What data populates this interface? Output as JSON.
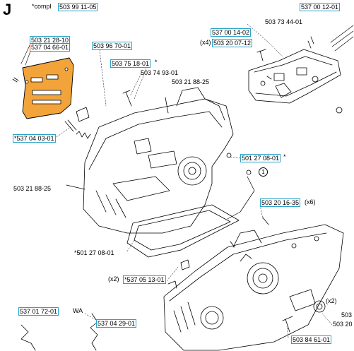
{
  "section_letter": "J",
  "labels": {
    "complete": "*compl",
    "l_503991105": "503 99 11-05",
    "l_537001201": "537 00 12-01",
    "l_503212810": "503 21 28-10",
    "l_537046601": "537 04 66-01",
    "l_503967001": "503 96 70-01",
    "l_537001402": "537 00 14-02",
    "l_503734401": "503 73 44-01",
    "x4": "(x4)",
    "l_503200712": "503 20 07-12",
    "l_503751801": "503 75 18-01",
    "star1": "*",
    "l_503749301": "503 74 93-01",
    "l_503218825a": "503 21 88-25",
    "l_537040301": "*537 04 03-01",
    "l_501270801a": "501 27 08-01",
    "star2": "*",
    "circled_1": "1",
    "l_503218825b": "503 21 88-25",
    "l_503201635": "503 20 16-35",
    "x6": "(x6)",
    "l_501270801b": "*501 27 08-01",
    "x2a": "(x2)",
    "l_537051301": "*537 05 13-01",
    "l_537017201": "537 01 72-01",
    "wa": "WA",
    "l_537042901": "537 04 29-01",
    "x2b": "(x2)",
    "l_503846101": "503 84 61-01",
    "l_503_edge1": "503",
    "l_503_edge2": "503 20"
  },
  "colors": {
    "callout_box": "#29a3c8",
    "highlight_box": "#e2562a",
    "guard_plate_fill": "#f2a43a"
  }
}
